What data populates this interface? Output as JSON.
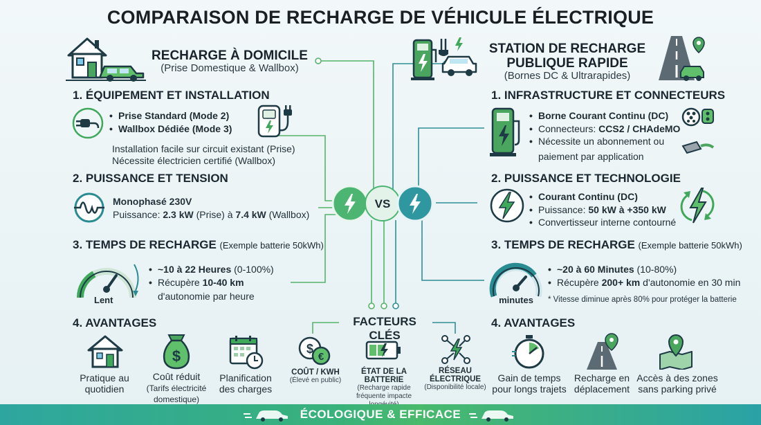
{
  "title": "COMPARAISON DE RECHARGE DE VÉHICULE ÉLECTRIQUE",
  "left": {
    "title": "RECHARGE À DOMICILE",
    "subtitle": "(Prise Domestique & Wallbox)",
    "s1": {
      "heading": "1. ÉQUIPEMENT ET INSTALLATION",
      "b1": "Prise Standard (Mode 2)",
      "b2": "Wallbox Dédiée (Mode 3)",
      "n1": "Installation facile sur circuit existant (Prise)",
      "n2": "Nécessite électricien certifié (Wallbox)"
    },
    "s2": {
      "heading": "2. PUISSANCE ET TENSION",
      "l1": "Monophasé 230V",
      "l2a": "Puissance: ",
      "l2b": "2.3 kW",
      "l2c": " (Prise) à ",
      "l2d": "7.4 kW",
      "l2e": " (Wallbox)"
    },
    "s3": {
      "heading": "3. TEMPS DE RECHARGE",
      "note": "(Exemple batterie 50kWh)",
      "gauge": "Lent",
      "b1a": "~10 à 22 Heures",
      "b1b": " (0-100%)",
      "b2a": "Récupère ",
      "b2b": "10-40 km",
      "b2c": "d'autonomie par heure"
    },
    "s4": {
      "heading": "4. AVANTAGES",
      "a1": [
        "Pratique au",
        "quotidien"
      ],
      "a2": [
        "Coût réduit",
        "(Tarifs électricité",
        "domestique)"
      ],
      "a3": [
        "Planification",
        "des charges"
      ]
    }
  },
  "right": {
    "title": [
      "STATION  DE RECHARGE",
      "PUBLIQUE RAPIDE"
    ],
    "subtitle": "(Bornes DC & Ultrarapides)",
    "s1": {
      "heading": "1. INFRASTRUCTURE ET CONNECTEURS",
      "b1": "Borne Courant Continu (DC)",
      "b2a": "Connecteurs: ",
      "b2b": "CCS2 / CHAdeMO",
      "b3": "Nécessite un abonnement ou",
      "b3b": "paiement par application"
    },
    "s2": {
      "heading": "2. PUISSANCE ET TECHNOLOGIE",
      "b1": "Courant Continu (DC)",
      "b2a": "Puissance: ",
      "b2b": "50 kW à +350 kW",
      "b3": "Convertisseur interne contourné"
    },
    "s3": {
      "heading": "3. TEMPS DE RECHARGE",
      "note": "(Exemple batterie 50kWh)",
      "gauge": "minutes",
      "b1a": "~20 à 60 Minutes",
      "b1b": " (10-80%)",
      "b2a": "Récupère ",
      "b2b": "200+ km",
      "b2c": " d'autonomie en 30 min",
      "foot": "* Vitesse diminue après 80% pour protéger la batterie"
    },
    "s4": {
      "heading": "4. AVANTAGES",
      "a1": [
        "Gain de temps",
        "pour longs trajets"
      ],
      "a2": [
        "Recharge en",
        "déplacement"
      ],
      "a3": [
        "Accès à des zones",
        "sans parking privé"
      ]
    }
  },
  "center": {
    "vs": "VS",
    "factors_title": "FACTEURS CLÉS",
    "f1": {
      "title": [
        "COÛT / KWH"
      ],
      "note": [
        "(Élevé en public)"
      ]
    },
    "f2": {
      "title": [
        "ÉTAT DE LA BATTERIE"
      ],
      "note": [
        "(Recharge rapide",
        "fréquente impacte",
        "longévité)"
      ]
    },
    "f3": {
      "title": [
        "RÉSEAU",
        "ÉLECTRIQUE"
      ],
      "note": [
        "(Disponibilité locale)"
      ]
    }
  },
  "footer": "ÉCOLOGIQUE & EFFICACE",
  "colors": {
    "green": "#3fa85a",
    "teal": "#2a8c93",
    "dark": "#1d3a45",
    "footer": "#34ad84"
  }
}
